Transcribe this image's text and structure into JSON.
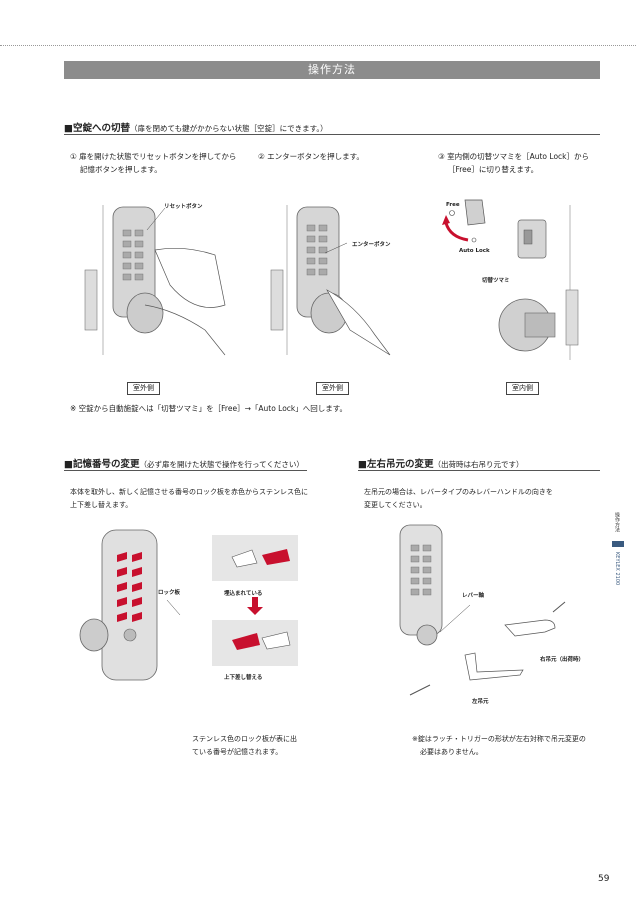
{
  "header": {
    "title": "操作方法"
  },
  "section1": {
    "heading": "■空錠への切替",
    "heading_sub": "（扉を閉めても鍵がかからない状態［空錠］にできます。）",
    "step1_line1": "① 扉を開けた状態でリセットボタンを押してから",
    "step1_line2": "記憶ボタンを押します。",
    "step2_line1": "② エンターボタンを押します。",
    "step3_line1": "③ 室内側の切替ツマミを［Auto Lock］から",
    "step3_line2": "［Free］に切り替えます。",
    "label_reset": "リセットボタン",
    "label_enter": "エンターボタン",
    "label_free": "Free",
    "label_autolock": "Auto Lock",
    "label_knob": "切替ツマミ",
    "box1": "室外側",
    "box2": "室外側",
    "box3": "室内側",
    "note": "※ 空錠から自動施錠へは「切替ツマミ」を［Free］→「Auto Lock」へ回します。"
  },
  "section2": {
    "heading": "■記憶番号の変更",
    "heading_sub": "（必ず扉を開けた状態で操作を行ってください）",
    "body_line1": "本体を取外し、新しく記憶させる番号のロック板を赤色からステンレス色に",
    "body_line2": "上下差し替えます。",
    "label_plate": "ロック板",
    "label_embedded": "埋込まれている",
    "label_swap": "上下差し替える",
    "caption_line1": "ステンレス色のロック板が表に出",
    "caption_line2": "ている番号が記憶されます。"
  },
  "section3": {
    "heading": "■左右吊元の変更",
    "heading_sub": "（出荷時は右吊り元です）",
    "body_line1": "左吊元の場合は、レバータイプのみレバーハンドルの向きを",
    "body_line2": "変更してください。",
    "label_lever_shaft": "レバー軸",
    "label_right": "右吊元（出荷時）",
    "label_left": "左吊元",
    "caption_line1": "※錠はラッチ・トリガーの形状が左右対称で吊元変更の",
    "caption_line2": "必要はありません。"
  },
  "side": {
    "text1": "操作方法",
    "text2": "KEYLEX 2100"
  },
  "page_number": "59",
  "colors": {
    "accent_red": "#c8102e",
    "bar_gray": "#8c8c8c",
    "tab_blue": "#3a5a7f"
  }
}
